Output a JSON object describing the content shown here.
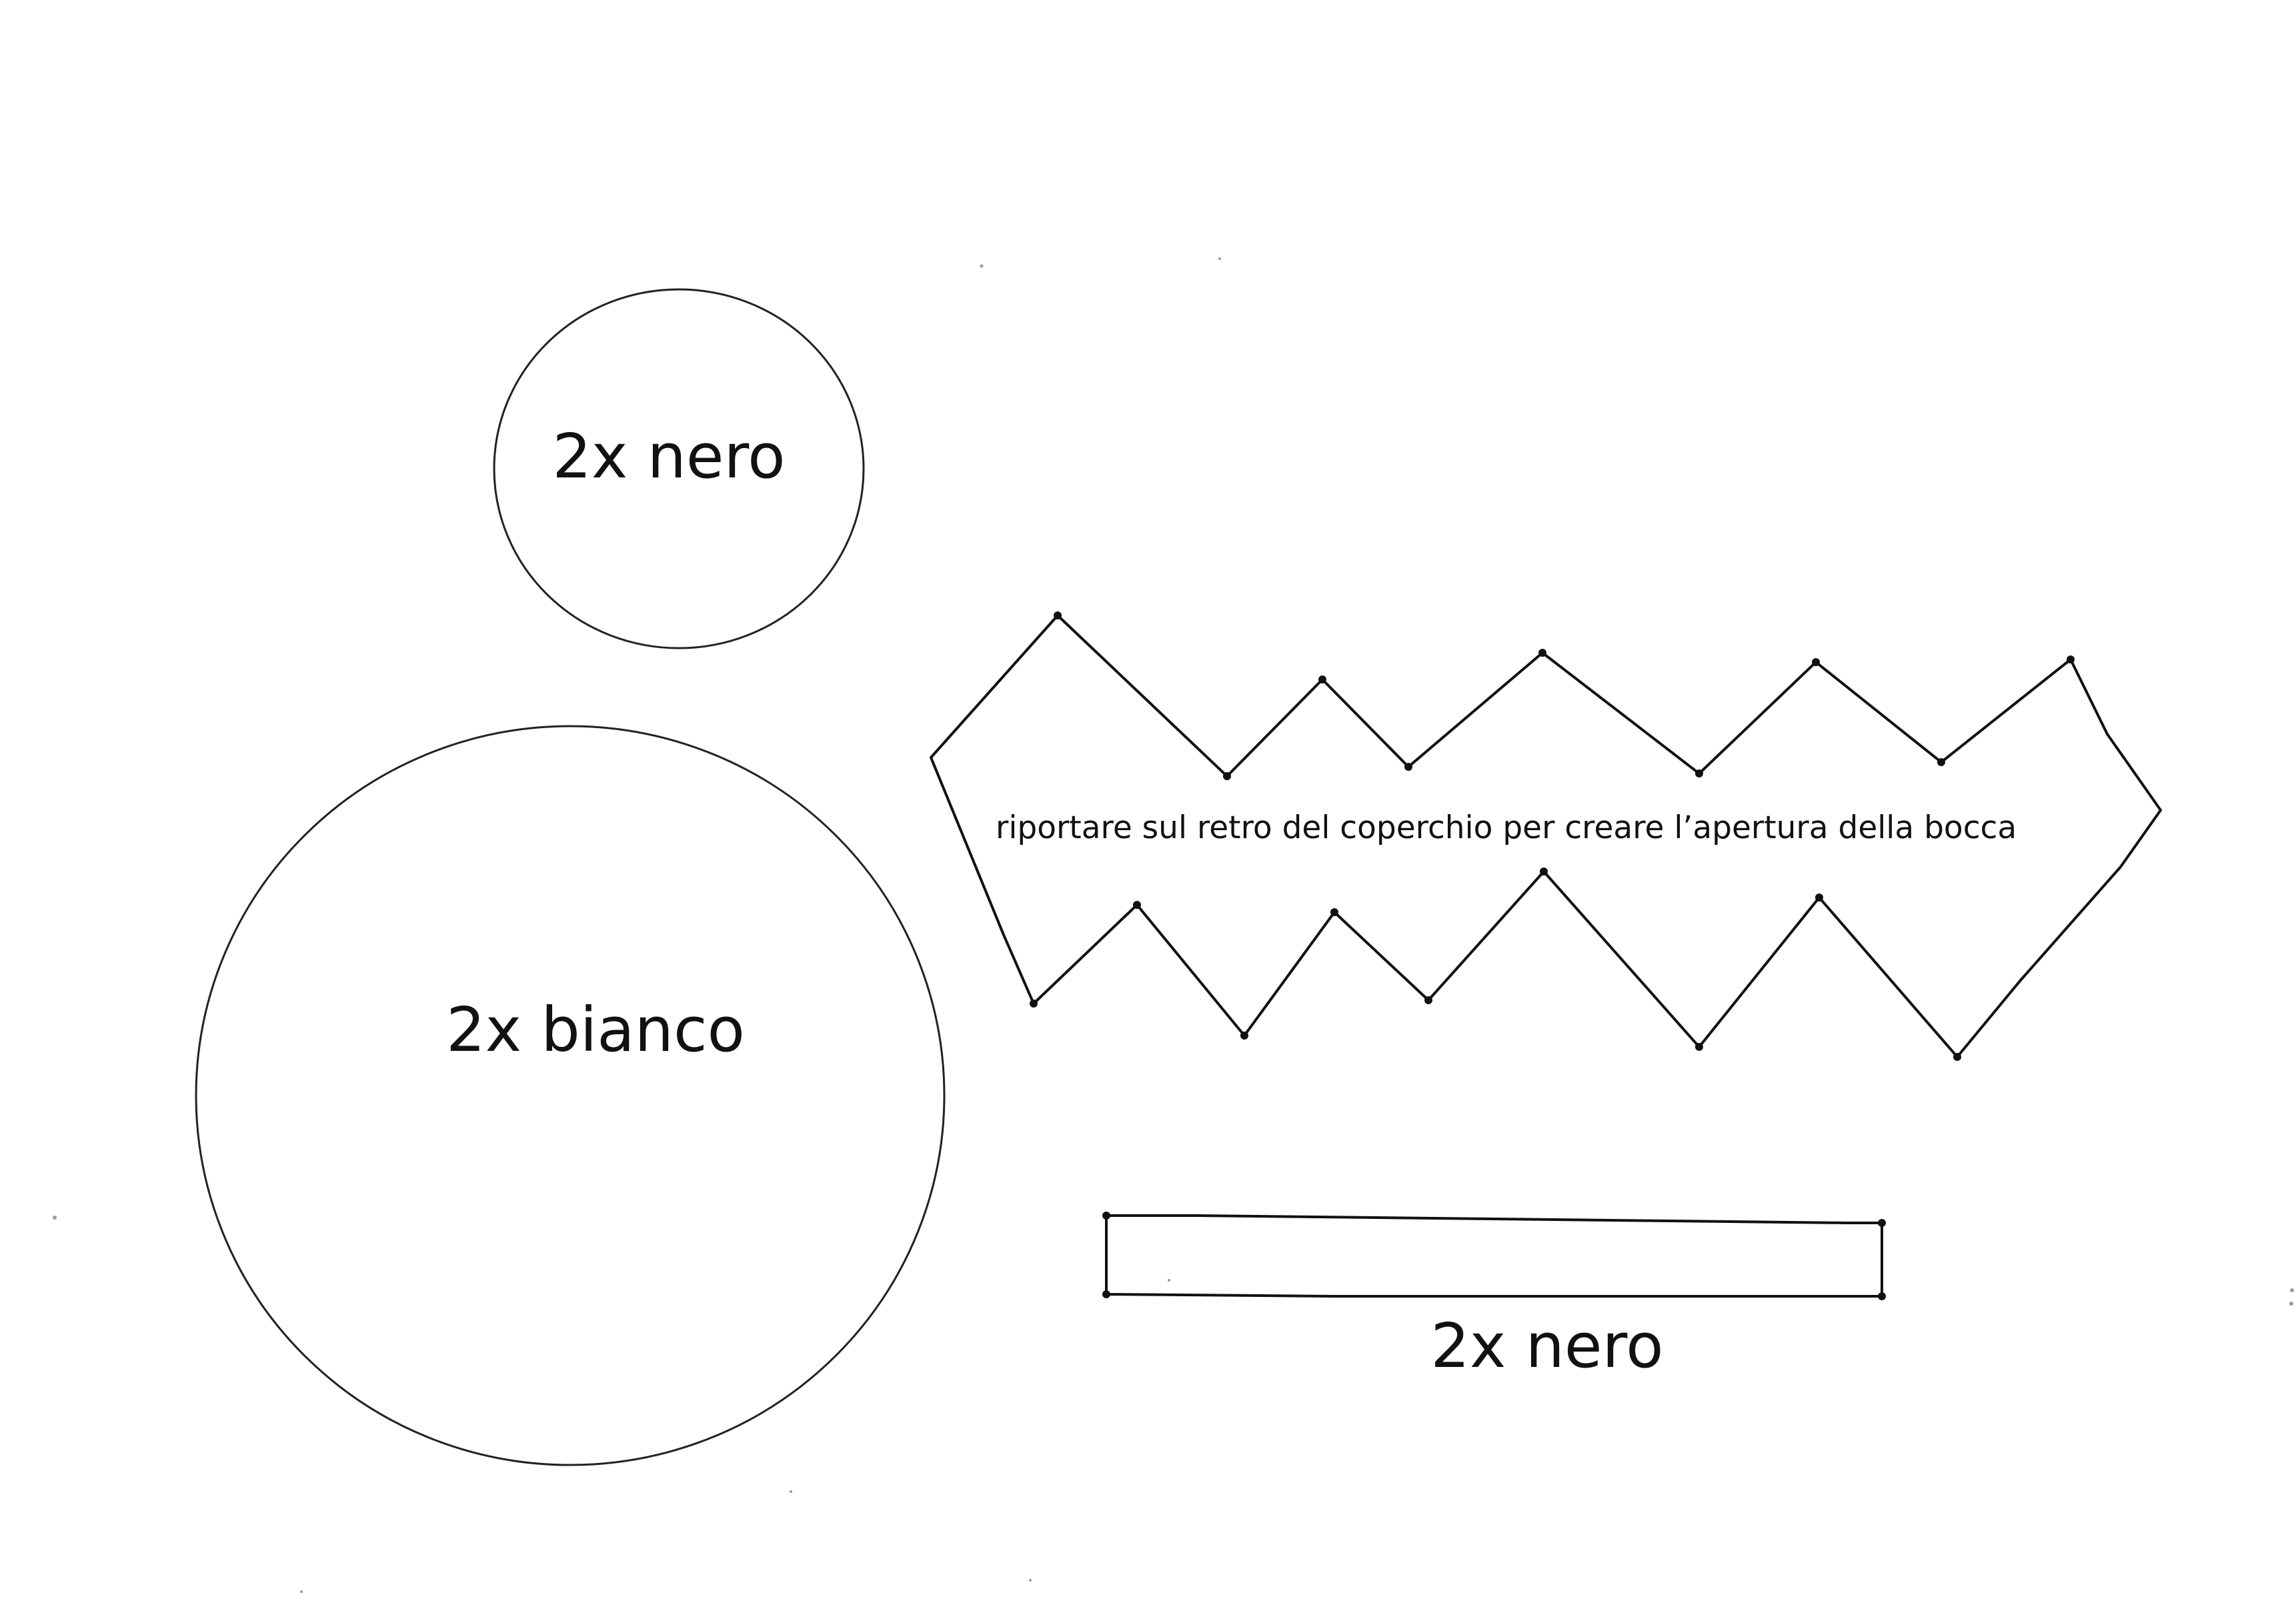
{
  "pieces": {
    "small_circle": {
      "label": "2x nero"
    },
    "large_circle": {
      "label": "2x bianco"
    },
    "mouth_opening": {
      "label": "riportare sul retro del coperchio per creare l’apertura della bocca"
    },
    "strip": {
      "label": "2x nero"
    }
  }
}
